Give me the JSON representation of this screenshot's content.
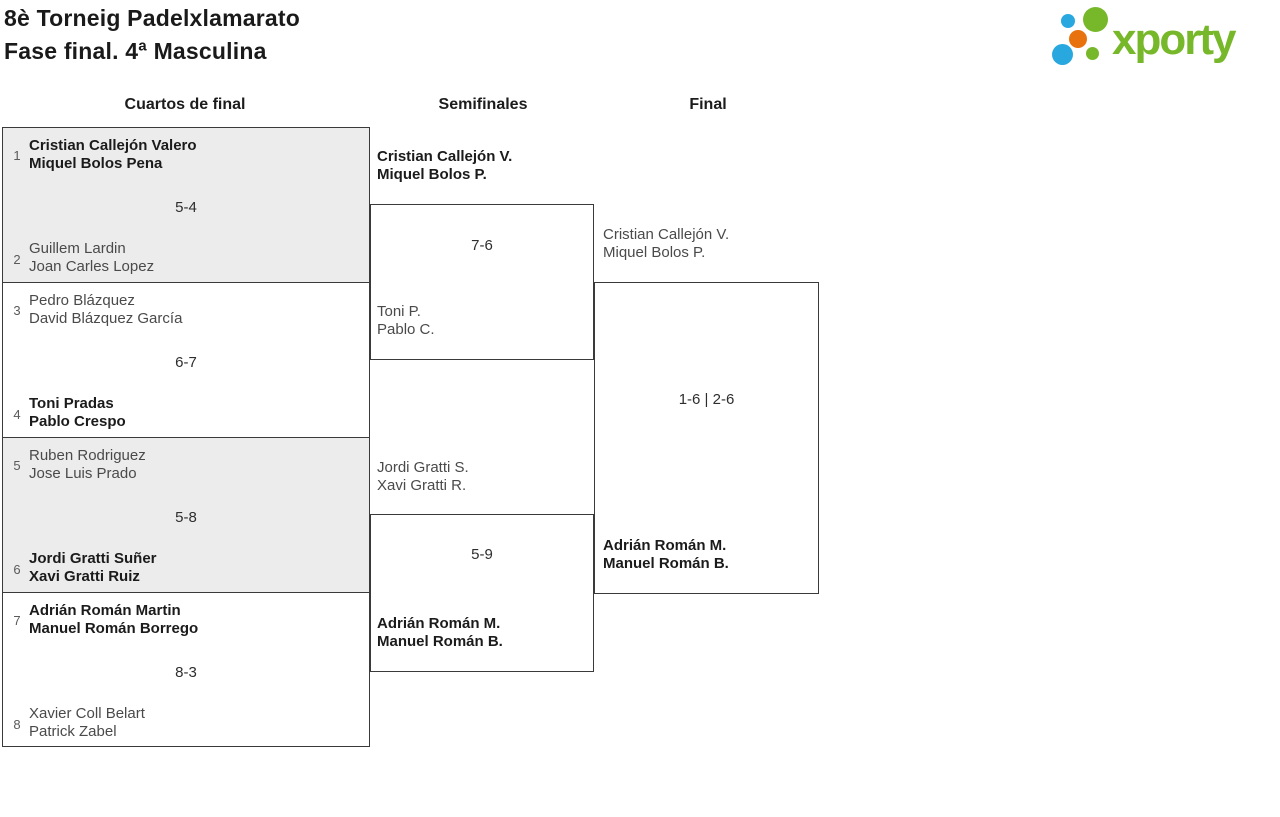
{
  "page": {
    "title_line1": "8è Torneig Padelxlamarato",
    "title_line2": "Fase final. 4ª Masculina"
  },
  "logo": {
    "text": "xporty",
    "green": "#76b82a",
    "blue": "#29a8e0",
    "orange": "#e8720e"
  },
  "columns": {
    "quarterfinals": "Cuartos de final",
    "semifinals": "Semifinales",
    "final": "Final"
  },
  "quarterfinals": [
    {
      "seed_top": "1",
      "team_top_line1": "Cristian Callejón Valero",
      "team_top_line2": "Miquel Bolos Pena",
      "score": "5-4",
      "seed_bottom": "2",
      "team_bottom_line1": "Guillem Lardin",
      "team_bottom_line2": "Joan Carles Lopez"
    },
    {
      "seed_top": "3",
      "team_top_line1": "Pedro Blázquez",
      "team_top_line2": "David Blázquez García",
      "score": "6-7",
      "seed_bottom": "4",
      "team_bottom_line1": "Toni Pradas",
      "team_bottom_line2": "Pablo Crespo"
    },
    {
      "seed_top": "5",
      "team_top_line1": "Ruben Rodriguez",
      "team_top_line2": "Jose Luis Prado",
      "score": "5-8",
      "seed_bottom": "6",
      "team_bottom_line1": "Jordi Gratti Suñer",
      "team_bottom_line2": "Xavi Gratti Ruiz"
    },
    {
      "seed_top": "7",
      "team_top_line1": "Adrián Román Martin",
      "team_top_line2": "Manuel Román Borrego",
      "score": "8-3",
      "seed_bottom": "8",
      "team_bottom_line1": "Xavier Coll Belart",
      "team_bottom_line2": "Patrick Zabel"
    }
  ],
  "semifinals": [
    {
      "team_top_line1": "Cristian Callejón V.",
      "team_top_line2": "Miquel Bolos P.",
      "score": "7-6",
      "team_bottom_line1": "Toni P.",
      "team_bottom_line2": "Pablo C."
    },
    {
      "team_top_line1": "Jordi Gratti S.",
      "team_top_line2": "Xavi Gratti R.",
      "score": "5-9",
      "team_bottom_line1": "Adrián Román M.",
      "team_bottom_line2": "Manuel Román B."
    }
  ],
  "final": {
    "team_top_line1": "Cristian Callejón V.",
    "team_top_line2": "Miquel Bolos P.",
    "score": "1-6 | 2-6",
    "team_bottom_line1": "Adrián Román M.",
    "team_bottom_line2": "Manuel Román B."
  }
}
